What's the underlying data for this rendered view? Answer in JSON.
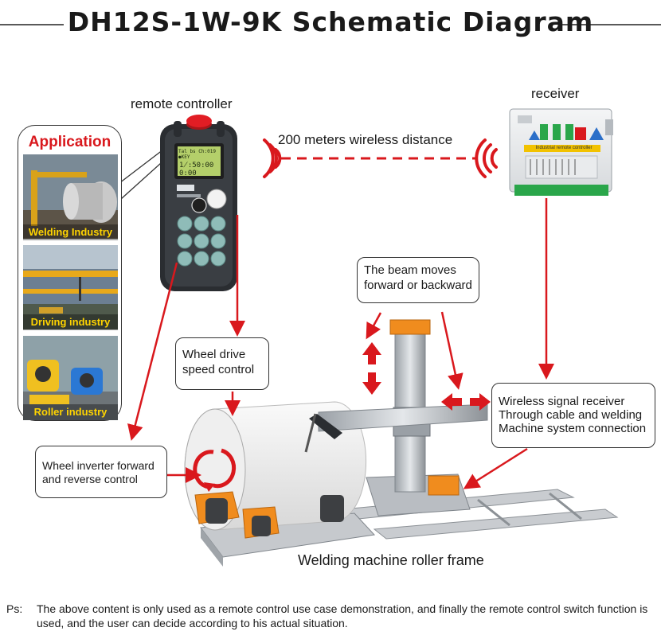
{
  "title": "DH12S-1W-9K  Schematic Diagram",
  "labels": {
    "remote_controller": "remote controller",
    "receiver": "receiver",
    "wireless_distance": "200 meters wireless distance",
    "roller_frame": "Welding machine roller frame"
  },
  "application": {
    "title": "Application",
    "items": [
      {
        "caption": "Welding Industry"
      },
      {
        "caption": "Driving industry"
      },
      {
        "caption": "Roller industry"
      }
    ]
  },
  "callouts": {
    "beam_line1": "The beam moves",
    "beam_line2": "forward or backward",
    "wheel_drive_line1": "Wheel drive",
    "wheel_drive_line2": "speed control",
    "wireless_line1": "Wireless signal receiver",
    "wireless_line2": "Through cable and welding",
    "wireless_line3": "Machine system connection",
    "inverter_line1": "Wheel inverter forward",
    "inverter_line2": "and reverse control"
  },
  "remote_screen": {
    "line1": "Tаl  bs  Ch:019  ●KEY",
    "line2": "1̸:50:00  0:00"
  },
  "receiver_label": "Industrial remote controller",
  "ps": {
    "key": "Ps:",
    "text": "The above content is only used as a remote control use case demonstration, and finally the remote control switch function is used, and the user can decide according to his actual situation."
  },
  "colors": {
    "accent_red": "#d9181d",
    "caption_yellow": "#ffd400",
    "machine_orange": "#f08c1e",
    "roll_white": "#f1f1f1"
  }
}
